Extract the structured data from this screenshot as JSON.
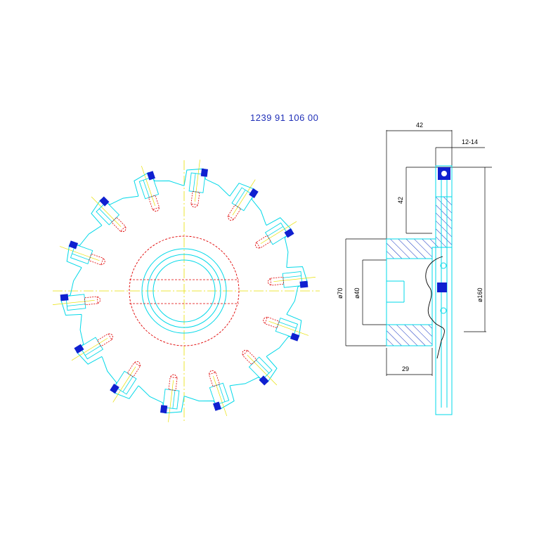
{
  "part_number": "1239 91 106 00",
  "dimensions": {
    "width_total": "42",
    "insert_width": "12-14",
    "radial_depth": "42",
    "hub_diameter": "ø70",
    "bore_diameter": "ø40",
    "outer_diameter": "ø160",
    "hub_width": "29"
  },
  "colors": {
    "outline": "#00d8e8",
    "hidden": "#e00000",
    "centerline": "#e8e000",
    "insert": "#1020d0",
    "hatch": "#1030c0",
    "dimension": "#000000"
  },
  "tooth_count": 14
}
